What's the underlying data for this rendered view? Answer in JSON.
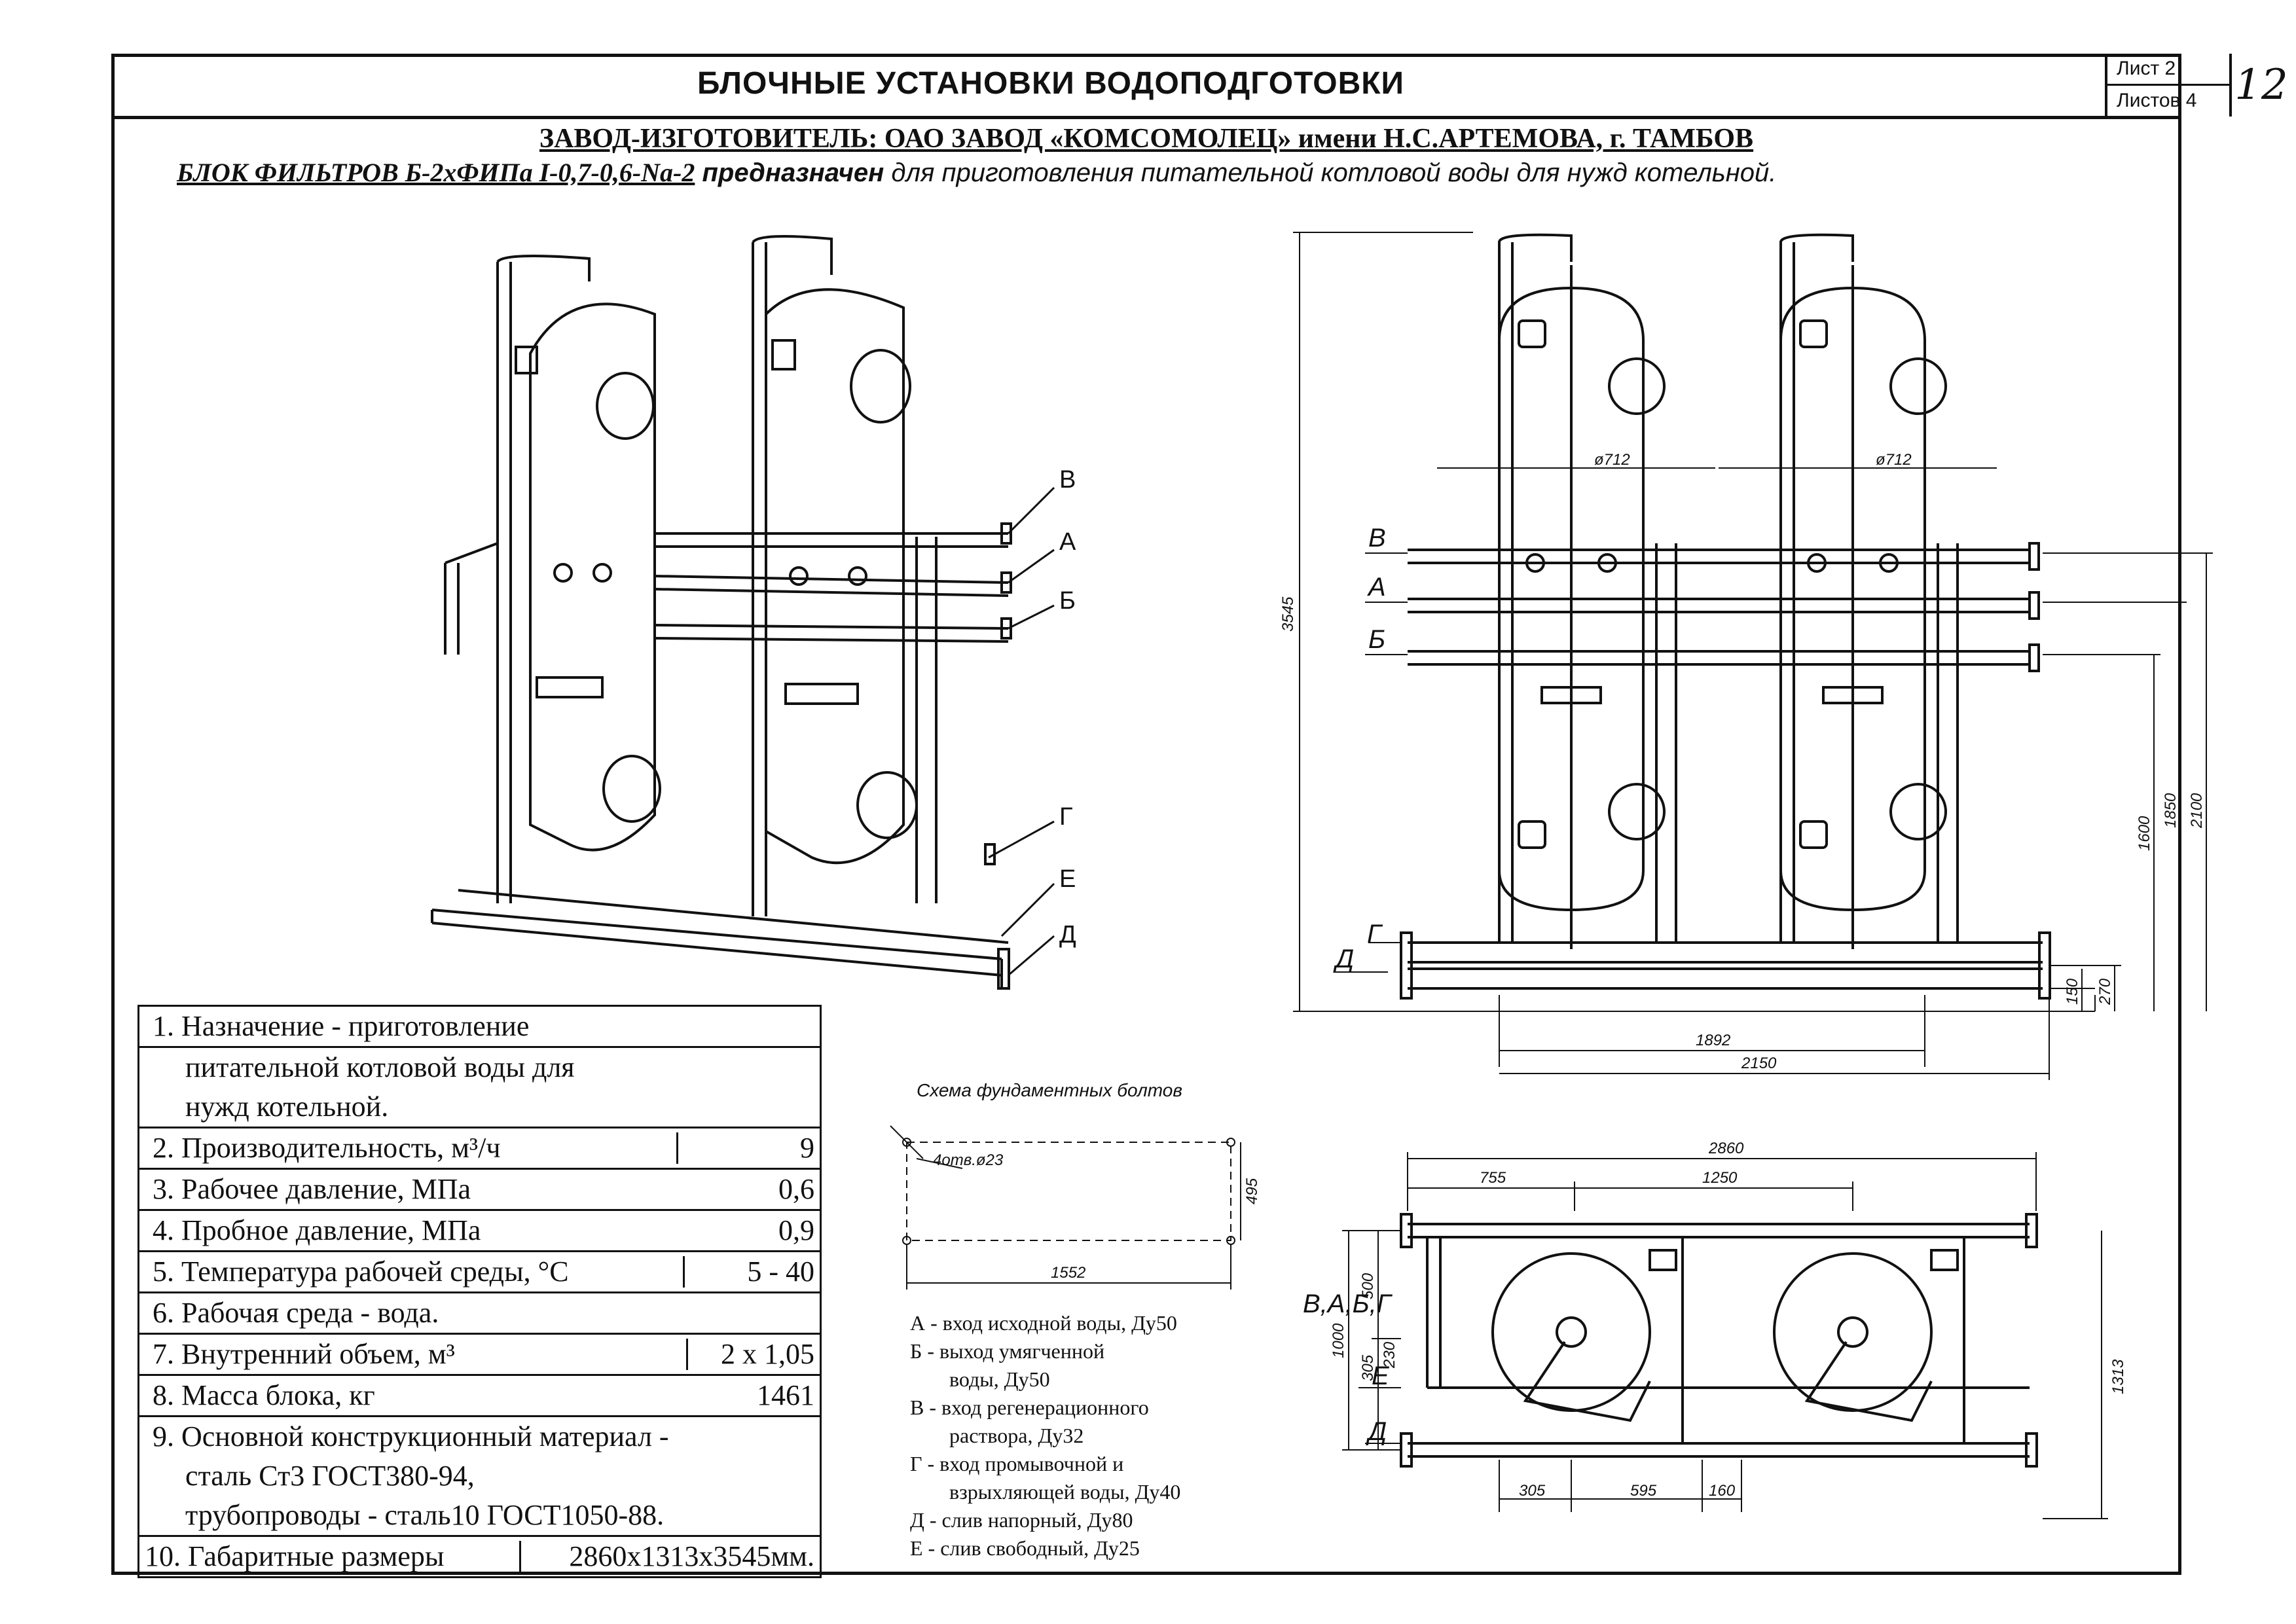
{
  "header": {
    "title": "БЛОЧНЫЕ УСТАНОВКИ ВОДОПОДГОТОВКИ",
    "sheet": "Лист 2",
    "sheets_total": "Листов 4",
    "page_number": "12"
  },
  "manufacturer": "ЗАВОД-ИЗГОТОВИТЕЛЬ: ОАО ЗАВОД «КОМСОМОЛЕЦ» имени Н.С.АРТЕМОВА, г. ТАМБОВ",
  "purpose": {
    "block_name": "БЛОК ФИЛЬТРОВ Б-2хФИПа I-0,7-0,6-Na-2",
    "word": "предназначен",
    "text": "для приготовления питательной котловой воды для нужд котельной."
  },
  "iso_labels": [
    "В",
    "А",
    "Б",
    "Г",
    "Е",
    "Д"
  ],
  "front_view": {
    "labels": [
      "В",
      "А",
      "Б",
      "Д",
      "Г"
    ],
    "dims": {
      "height_total": "3545",
      "diam_left": "ø712",
      "diam_right": "ø712",
      "h1600": "1600",
      "h1850": "1850",
      "h2100": "2100",
      "h150": "150",
      "h270": "270",
      "w1892": "1892",
      "w2150": "2150"
    }
  },
  "plan_view": {
    "label_top": "В,А,Б,Г",
    "label_e": "Е",
    "label_d": "Д",
    "dims": {
      "w2860": "2860",
      "w755": "755",
      "w1250": "1250",
      "h500": "500",
      "h1000": "1000",
      "h305": "305",
      "h230": "230",
      "h1313": "1313",
      "b305": "305",
      "b595": "595",
      "b160": "160"
    }
  },
  "bolt_scheme": {
    "title": "Схема фундаментных болтов",
    "holes": "4отв.ø23",
    "width": "1552",
    "height": "495"
  },
  "specs": [
    {
      "label": "1. Назначение - приготовление",
      "value": ""
    },
    {
      "label": "питательной котловой воды для",
      "value": ""
    },
    {
      "label": "нужд котельной.",
      "value": ""
    },
    {
      "label": "2. Производительность, м³/ч",
      "value": "9"
    },
    {
      "label": "3. Рабочее давление, МПа",
      "value": "0,6"
    },
    {
      "label": "4. Пробное давление, МПа",
      "value": "0,9"
    },
    {
      "label": "5. Температура рабочей среды, °С",
      "value": "5 - 40"
    },
    {
      "label": "6. Рабочая среда - вода.",
      "value": ""
    },
    {
      "label": "7. Внутренний объем, м³",
      "value": "2 х 1,05"
    },
    {
      "label": "8. Масса блока, кг",
      "value": "1461"
    },
    {
      "label": "9. Основной конструкционный материал -",
      "value": ""
    },
    {
      "label": "сталь Ст3  ГОСТ380-94,",
      "value": ""
    },
    {
      "label": "трубопроводы - сталь10 ГОСТ1050-88.",
      "value": ""
    },
    {
      "label": "10. Габаритные размеры",
      "value": "2860х1313х3545мм."
    }
  ],
  "legend": [
    "А - вход исходной воды, Ду50",
    "Б - выход умягченной",
    "воды, Ду50",
    "В - вход регенерационного",
    "раствора, Ду32",
    "Г - вход промывочной и",
    "взрыхляющей воды, Ду40",
    "Д - слив напорный, Ду80",
    "Е - слив свободный, Ду25"
  ]
}
